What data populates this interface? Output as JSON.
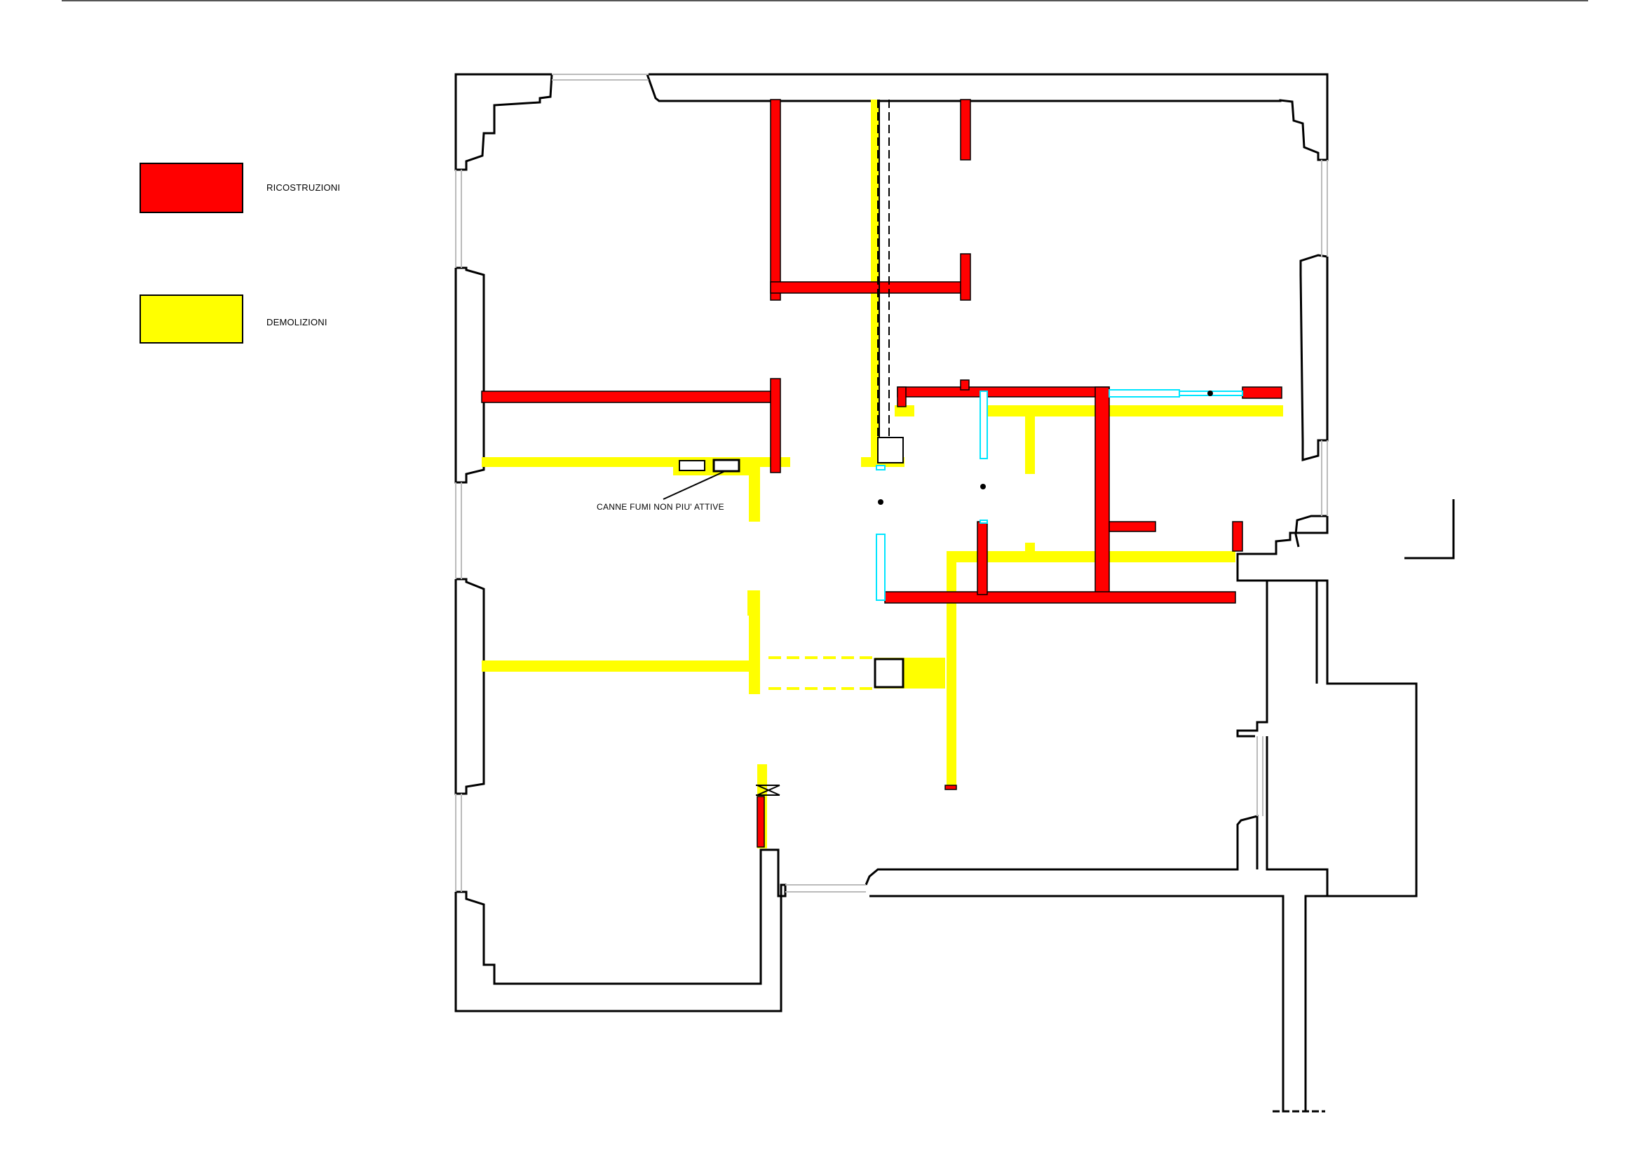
{
  "legend": {
    "items": [
      {
        "label": "RICOSTRUZIONI",
        "color": "#ff0000"
      },
      {
        "label": "DEMOLIZIONI",
        "color": "#ffff00"
      }
    ]
  },
  "annotations": {
    "flue_note": "CANNE FUMI NON PIU' ATTIVE"
  },
  "colors": {
    "reconstruction": "#ff0000",
    "demolition": "#ffff00",
    "wall_outline": "#000000",
    "opening": "#00e5ff"
  }
}
